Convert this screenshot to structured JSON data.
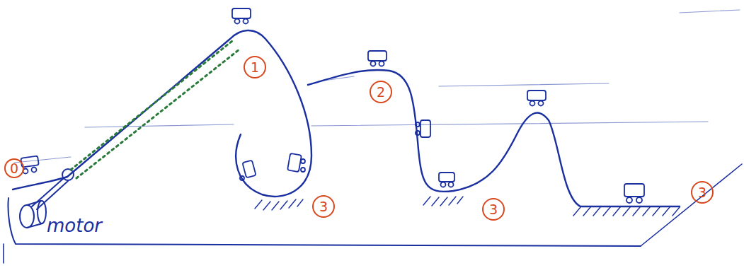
{
  "diagram": {
    "labels": [
      "0",
      "motor",
      "1",
      "2",
      "3",
      "3",
      "3"
    ]
  }
}
